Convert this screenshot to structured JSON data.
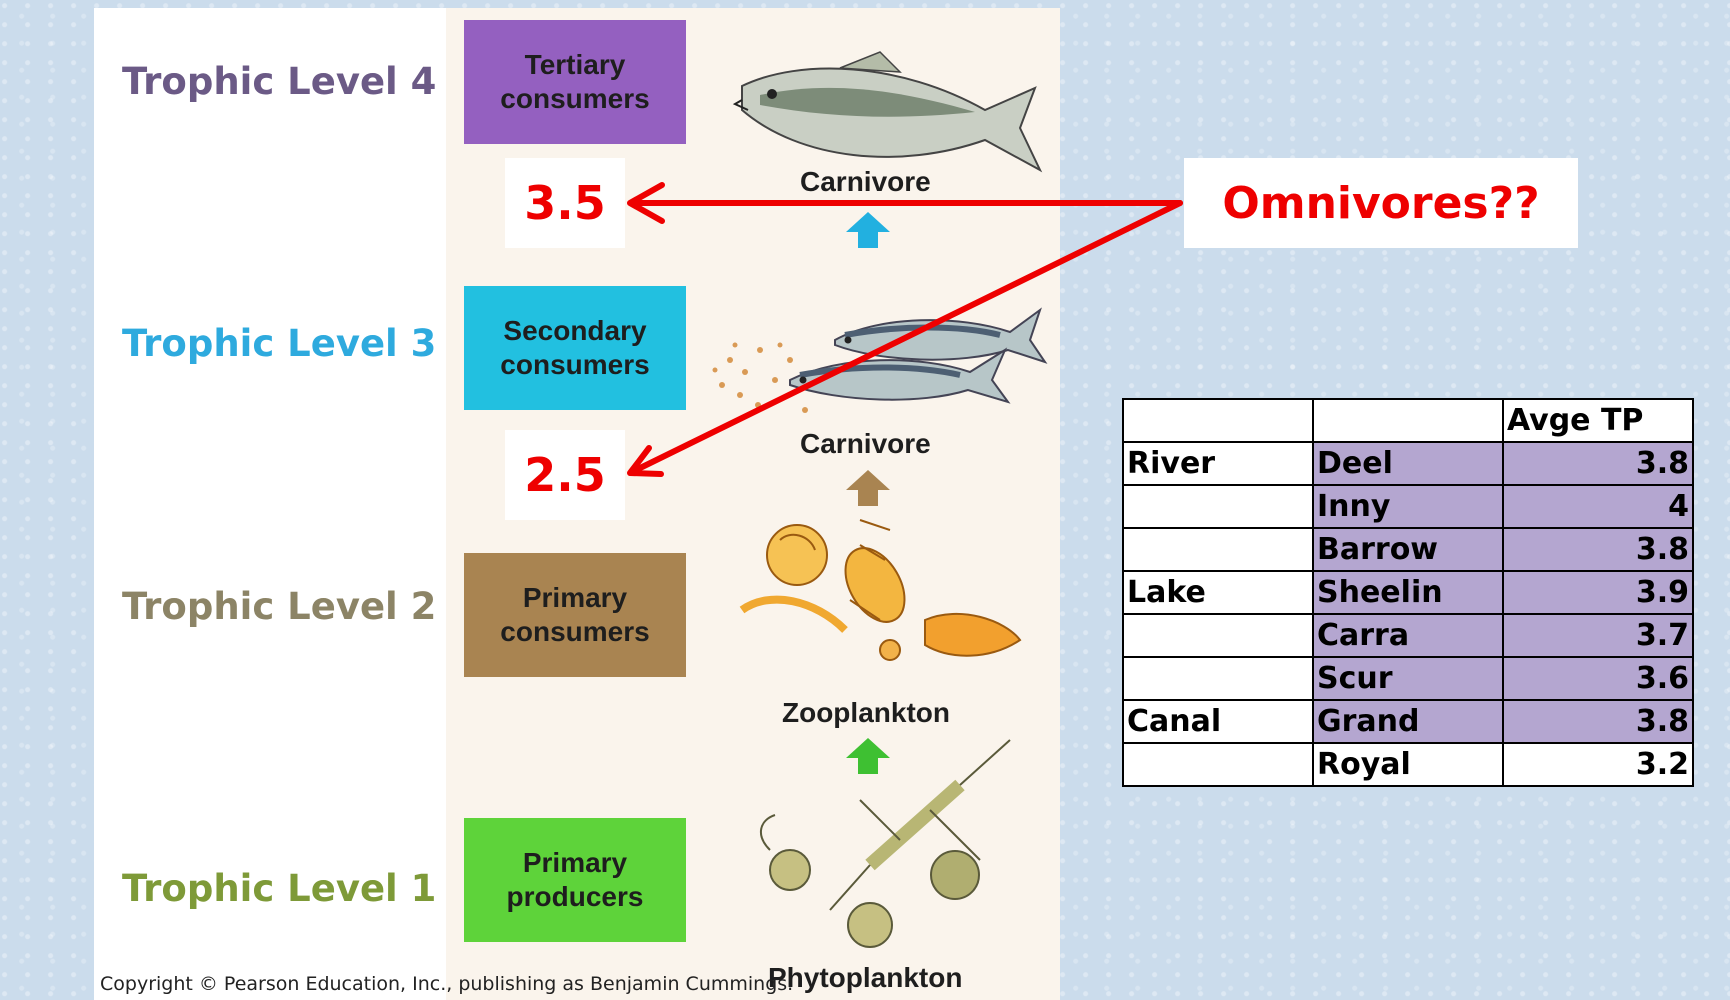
{
  "levels": [
    {
      "label": "Trophic Level  4",
      "color": "#6b5a86"
    },
    {
      "label": "Trophic Level 3",
      "color": "#2eaade"
    },
    {
      "label": "Trophic Level 2",
      "color": "#8c8466"
    },
    {
      "label": "Trophic Level 1",
      "color": "#7e9a38"
    }
  ],
  "boxes": [
    {
      "label": "Tertiary consumers",
      "color": "#9460c0"
    },
    {
      "label": "Secondary consumers",
      "color": "#22c0e0"
    },
    {
      "label": "Primary consumers",
      "color": "#a98451"
    },
    {
      "label": "Primary producers",
      "color": "#5ed33a"
    }
  ],
  "organisms": [
    "Carnivore",
    "Carnivore",
    "Zooplankton",
    "Phytoplankton"
  ],
  "up_arrow_colors": [
    "#22b0e0",
    "#a98451",
    "#3ec032"
  ],
  "tp_values": [
    "3.5",
    "2.5"
  ],
  "omnivores_label": "Omnivores??",
  "copyright": "Copyright © Pearson Education, Inc., publishing as Benjamin Cummings.",
  "table": {
    "header": [
      "",
      "",
      "Avge TP"
    ],
    "rows": [
      {
        "group": "River",
        "name": "Deel",
        "tp": "3.8",
        "shaded": true
      },
      {
        "group": "",
        "name": "Inny",
        "tp": "4",
        "shaded": true
      },
      {
        "group": "",
        "name": "Barrow",
        "tp": "3.8",
        "shaded": true
      },
      {
        "group": "Lake",
        "name": "Sheelin",
        "tp": "3.9",
        "shaded": true
      },
      {
        "group": "",
        "name": "Carra",
        "tp": "3.7",
        "shaded": true
      },
      {
        "group": "",
        "name": "Scur",
        "tp": "3.6",
        "shaded": true
      },
      {
        "group": "Canal",
        "name": "Grand",
        "tp": "3.8",
        "shaded": true
      },
      {
        "group": "",
        "name": "Royal",
        "tp": "3.2",
        "shaded": false
      }
    ]
  },
  "accent_color": "#ee0000"
}
